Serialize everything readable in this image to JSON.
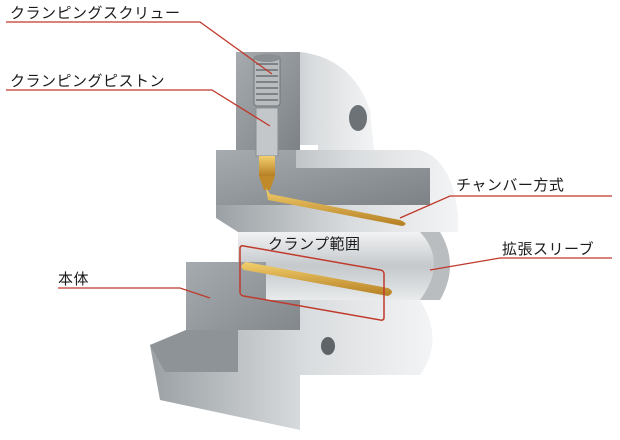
{
  "labels": {
    "clamping_screw": "クランピングスクリュー",
    "clamping_piston": "クランピングピストン",
    "chamber_method": "チャンバー方式",
    "expansion_sleeve": "拡張スリーブ",
    "main_body": "本体",
    "clamp_range": "クランプ範囲"
  },
  "colors": {
    "leader_line": "#c0392b",
    "steel_light": "#cfd3d6",
    "steel_dark": "#8d9296",
    "brass": "#d9a23a"
  }
}
